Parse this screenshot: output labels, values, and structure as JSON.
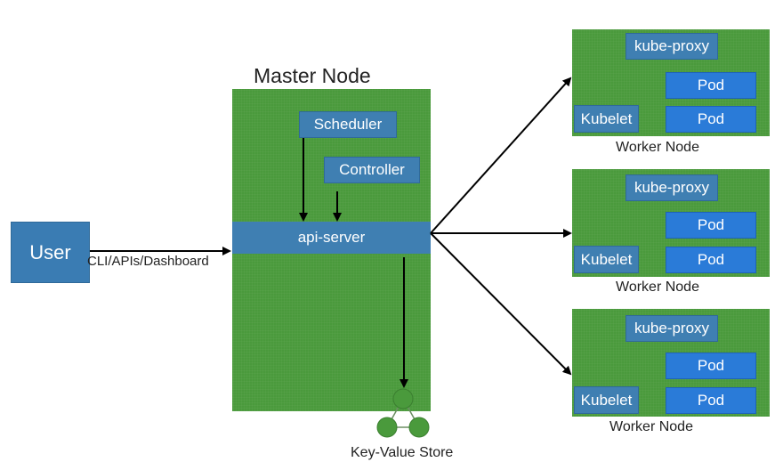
{
  "user": {
    "label": "User"
  },
  "cli": {
    "label": "CLI/APIs/Dashboard"
  },
  "master": {
    "title": "Master Node",
    "scheduler": "Scheduler",
    "controller": "Controller",
    "api_server": "api-server"
  },
  "kv_store": {
    "label": "Key-Value Store"
  },
  "workers": [
    {
      "kube_proxy": "kube-proxy",
      "pod1": "Pod",
      "pod2": "Pod",
      "kubelet": "Kubelet",
      "label": "Worker Node"
    },
    {
      "kube_proxy": "kube-proxy",
      "pod1": "Pod",
      "pod2": "Pod",
      "kubelet": "Kubelet",
      "label": "Worker Node"
    },
    {
      "kube_proxy": "kube-proxy",
      "pod1": "Pod",
      "pod2": "Pod",
      "kubelet": "Kubelet",
      "label": "Worker Node"
    }
  ],
  "colors": {
    "node_green": "#4a9a3c",
    "component_blue": "#3f7fb2",
    "pod_blue": "#2a7bd8"
  }
}
